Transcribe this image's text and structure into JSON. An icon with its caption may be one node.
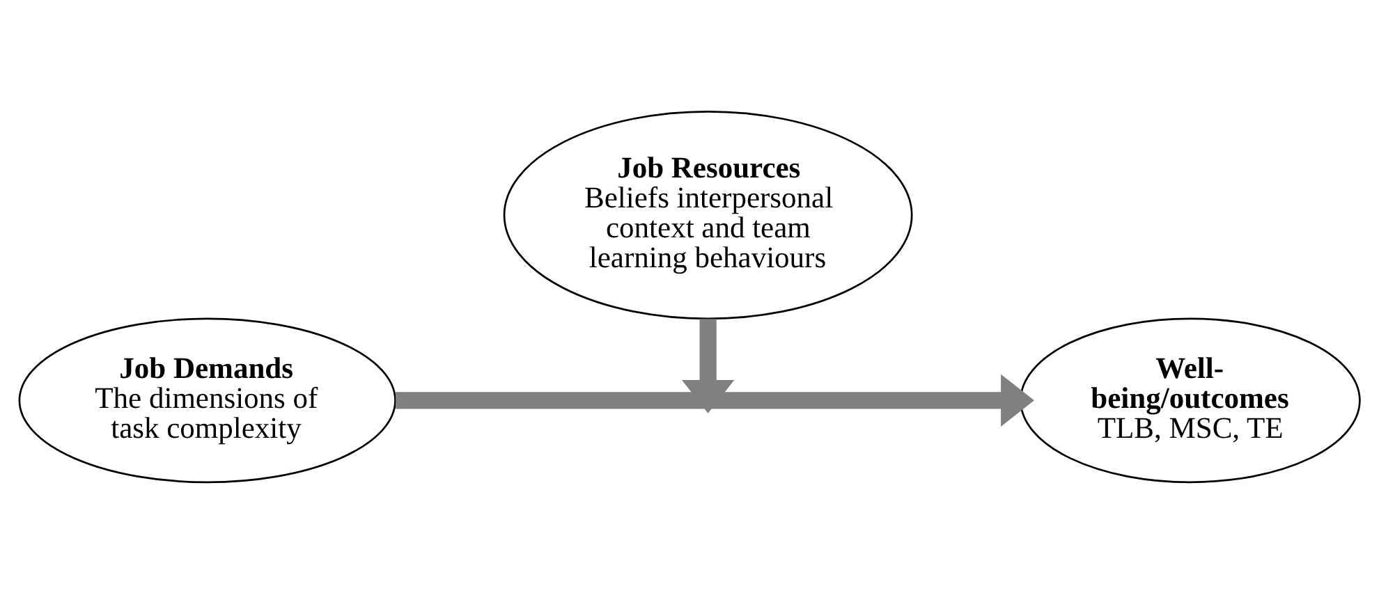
{
  "diagram": {
    "nodes": [
      {
        "text": [
          "Job Resources",
          "Beliefs interpersonal context and team learning behaviours"
        ]
      },
      {
        "text": [
          "Job Demands",
          "The dimensions of task complexity"
        ]
      },
      {
        "text": [
          "Well-being/outcomes",
          "TLB, MSC, TE"
        ]
      }
    ],
    "edges": [
      {
        "from": 1,
        "to": 2,
        "arrow": "to"
      },
      {
        "from": 0,
        "to": null,
        "arrow": "to"
      }
    ]
  }
}
